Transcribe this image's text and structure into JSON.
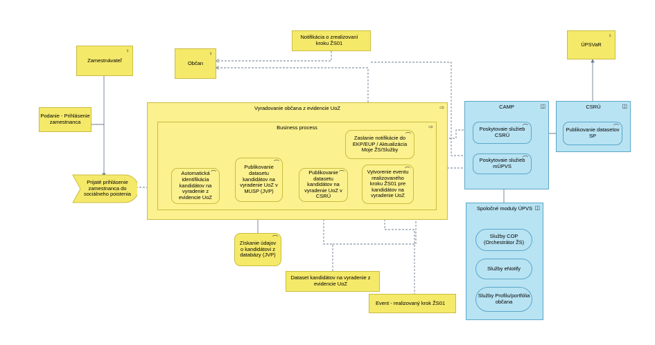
{
  "diagram": {
    "actors": {
      "employer": "Zamestnávateľ",
      "citizen": "Občan",
      "upsvar": "ÚPSVaR"
    },
    "events": {
      "notification": "Notifikácia o zrealizovaní kroku ŽS01",
      "dataset": "Dataset kandidátov na vyradenie z evidencie UoZ",
      "step_event": "Event - realizovaný krok ŽS01"
    },
    "documents": {
      "submission": "Podanie - Prihlásenie zamestnanca"
    },
    "trigger": "Prijaté prihlásenie zamestnanca do sociálneho poistenia",
    "main_group": {
      "title": "Vyradovanie občana z evidencie UoZ",
      "process": {
        "title": "Business process",
        "steps": [
          "Automatická identifikácia kandidátov na vyradenie z evidencie UoZ",
          "Publikovanie datasetu kandidátov na vyradenie UoZ v MUSP (JVP)",
          "Publikovanie datasetu kandidátov na vyradenie UoZ v CSRÚ",
          "Vytvorenie eventu realizovaného kroku ŽS01 pre kandidátov na vyradenie UoZ",
          "Zaslanie notifikácie do EKP/EUP / Aktualizácia Moje ŽS/Služby"
        ]
      }
    },
    "data_retrieval": "Získanie údajov o kandidátovi z databázy (JVP)",
    "camp": {
      "title": "CAMP",
      "services": [
        "Poskytovaie služieb CSRÚ",
        "Poskytovaie služieb mÚPVS"
      ]
    },
    "csru": {
      "title": "CSRÚ",
      "service": "Publikovanie datasetov SP"
    },
    "upvs": {
      "title": "Spoločné moduly ÚPVS",
      "services": [
        "Služby COP (Orchestrátor ŽS)",
        "Služby eNotify",
        "Služby Profilu/portfólia občana"
      ]
    },
    "icons": [
      "actor-icon",
      "process-icon",
      "component-icon",
      "service-icon",
      "event-icon",
      "diamond-icon"
    ]
  }
}
